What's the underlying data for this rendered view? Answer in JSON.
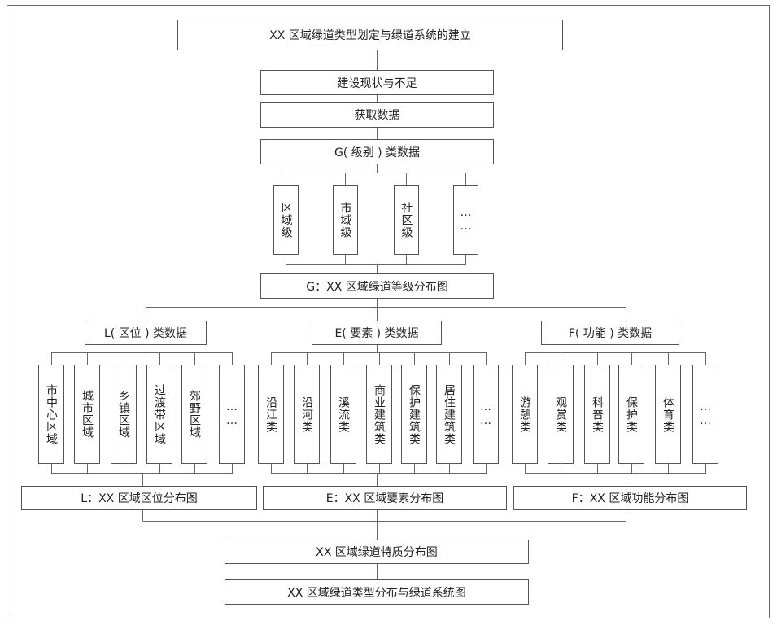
{
  "title": "XX 区域绿道类型划定与绿道系统的建立",
  "status": "建设现状与不足",
  "acquire": "获取数据",
  "g": {
    "header": "G( 级别 ) 类数据",
    "items": [
      "区域级",
      "市域级",
      "社区级",
      "……"
    ],
    "map": "G：XX 区域绿道等级分布图"
  },
  "l": {
    "header": "L( 区位 ) 类数据",
    "items": [
      "市中心区域",
      "城市区域",
      "乡镇区域",
      "过渡带区域",
      "郊野区域",
      "……"
    ],
    "map": "L：XX 区域区位分布图"
  },
  "e": {
    "header": "E( 要素 ) 类数据",
    "items": [
      "沿江类",
      "沿河类",
      "溪流类",
      "商业建筑类",
      "保护建筑类",
      "居住建筑类",
      "……"
    ],
    "map": "E：XX 区域要素分布图"
  },
  "f": {
    "header": "F( 功能 ) 类数据",
    "items": [
      "游憩类",
      "观赏类",
      "科普类",
      "保护类",
      "体育类",
      "……"
    ],
    "map": "F：XX 区域功能分布图"
  },
  "trait_map": "XX 区域绿道特质分布图",
  "final_map": "XX 区域绿道类型分布与绿道系统图"
}
